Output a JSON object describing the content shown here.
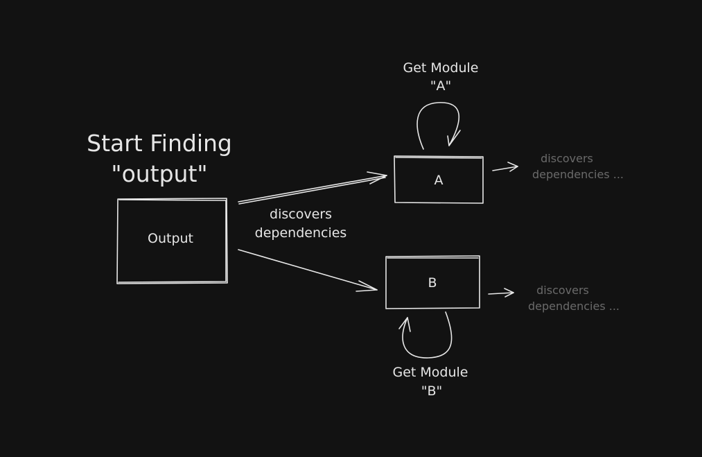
{
  "diagram": {
    "title_line1": "Start Finding",
    "title_line2": "\"output\"",
    "nodes": {
      "output": "Output",
      "a": "A",
      "b": "B"
    },
    "edge_label_line1": "discovers",
    "edge_label_line2": "dependencies",
    "loop_a_line1": "Get Module",
    "loop_a_line2": "\"A\"",
    "loop_b_line1": "Get Module",
    "loop_b_line2": "\"B\"",
    "faded_a_line1": "discovers",
    "faded_a_line2": "dependencies ...",
    "faded_b_line1": "discovers",
    "faded_b_line2": "dependencies ..."
  },
  "colors": {
    "background": "#121212",
    "stroke": "#e8e8e8",
    "faded_text": "#6a6a6a"
  }
}
